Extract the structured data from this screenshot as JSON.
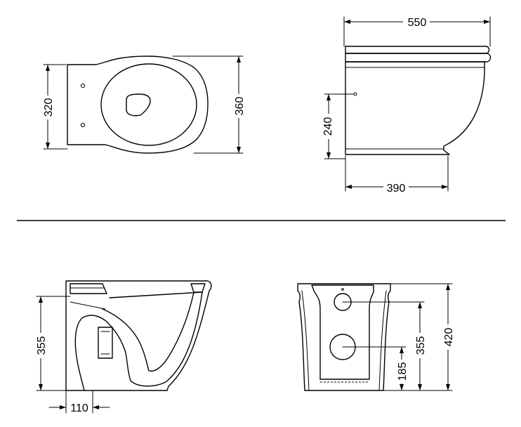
{
  "dimensions": {
    "top_view": {
      "length_a": "320",
      "length_b": "360"
    },
    "side_view": {
      "depth": "550",
      "fixing_height": "240",
      "base_depth": "390"
    },
    "section_view": {
      "height": "355",
      "outlet_offset": "110"
    },
    "rear_view": {
      "outlet_height": "185",
      "inlet_height": "355",
      "total_height": "420"
    }
  }
}
